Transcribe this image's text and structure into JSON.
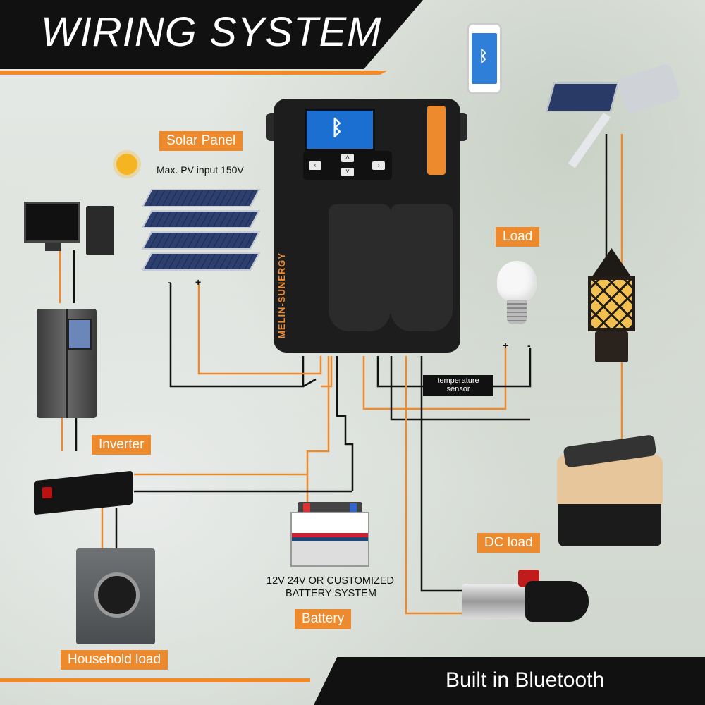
{
  "header": {
    "title": "WIRING SYSTEM"
  },
  "footer": {
    "text": "Built in Bluetooth"
  },
  "tags": {
    "solar_panel": "Solar Panel",
    "load": "Load",
    "inverter": "Inverter",
    "dc_load": "DC load",
    "battery": "Battery",
    "household_load": "Household load"
  },
  "notes": {
    "pv_input": "Max. PV input 150V",
    "battery_spec_line1": "12V 24V OR CUSTOMIZED",
    "battery_spec_line2": "BATTERY SYSTEM",
    "temp_sensor_line1": "temperature",
    "temp_sensor_line2": "sensor",
    "pv_minus": "-",
    "pv_plus": "+",
    "load_plus": "+",
    "load_minus": "-"
  },
  "controller": {
    "brand": "MELIN-SUNERGY"
  },
  "colors": {
    "accent": "#ee8a2e",
    "dark": "#111111",
    "wire_dark": "#111111",
    "wire_orange": "#ee8a2e"
  },
  "icons": [
    "bluetooth-icon",
    "sun-icon",
    "smartphone-icon"
  ]
}
